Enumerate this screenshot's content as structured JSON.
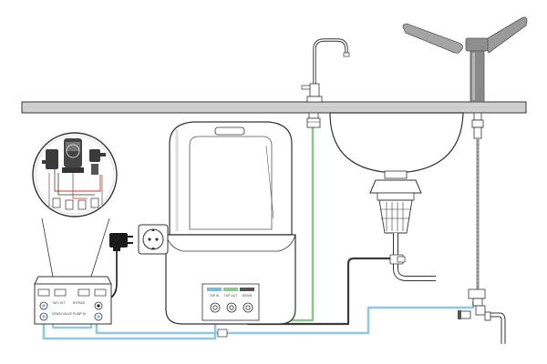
{
  "diagram": {
    "type": "reverse-osmosis-installation",
    "colors": {
      "background": "#ffffff",
      "outline": "#333333",
      "countertop": "#d0d0d0",
      "faucet_metal": "#9a9a9a",
      "tube_blue": "#8fc8e0",
      "tube_green": "#9dcf9a",
      "tube_dark": "#3a3a3a",
      "tube_gray": "#9a9a9a",
      "filter_port_blue": "#7fb8dd",
      "filter_port_green": "#8cc98a",
      "filter_port_dark": "#555555"
    },
    "filter_unit": {
      "port_labels": [
        "TAP IN",
        "TAP OUT",
        "DRAIN"
      ]
    },
    "control_box": {
      "port_labels": [
        "TAP OUT",
        "DRAIN VALVE",
        "BYPASS",
        "PUMP IN"
      ]
    },
    "icons": [
      "power-socket-icon",
      "power-adapter-icon",
      "magnifier-icon"
    ]
  }
}
